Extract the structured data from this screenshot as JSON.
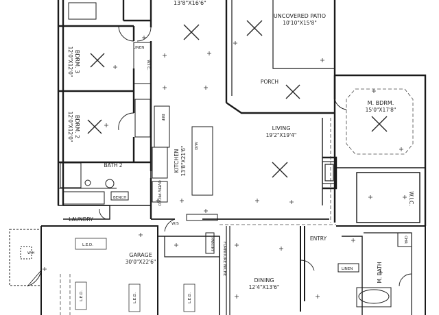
{
  "rooms": {
    "bdrm3": {
      "name": "BDRM. 3",
      "dims": "12'0\"X12'0\""
    },
    "bdrm2": {
      "name": "BDRM. 2",
      "dims": "12'0\"X12'0\""
    },
    "top_room": {
      "dims": "13'8\"X16'6\""
    },
    "patio": {
      "name": "UNCOVERED PATIO",
      "dims": "10'10\"X15'8\""
    },
    "porch": {
      "name": "PORCH"
    },
    "mbdrm": {
      "name": "M. BDRM.",
      "dims": "15'0\"X17'8\""
    },
    "living": {
      "name": "LIVING",
      "dims": "19'2\"X19'4\""
    },
    "kitchen": {
      "name": "KITCHEN",
      "dims": "13'8\"X21'6\""
    },
    "bath2": {
      "name": "BATH 2"
    },
    "laundry": {
      "name": "LAUNDRY"
    },
    "garage": {
      "name": "GARAGE",
      "dims": "30'0\"X22'6\""
    },
    "dining": {
      "name": "DINING",
      "dims": "12'4\"X13'6\""
    },
    "entry": {
      "name": "ENTRY"
    },
    "mbath": {
      "name": "M. BATH"
    },
    "wic": {
      "name": "W.I.C."
    }
  },
  "fixtures": {
    "linen": "LINEN",
    "wic_small": "W.I.C.",
    "ref": "REF.",
    "dw": "D/W",
    "oven": "OVEN/ MICRO",
    "bench": "BENCH",
    "pantry": "PANTRY",
    "furniture_niche": "FURNITURE NICHE",
    "ws": "W/S",
    "led": "L.E.D.",
    "chr": "CHR",
    "wh": "W/H"
  },
  "colors": {
    "line": "#1a1a1a",
    "background": "#ffffff"
  }
}
